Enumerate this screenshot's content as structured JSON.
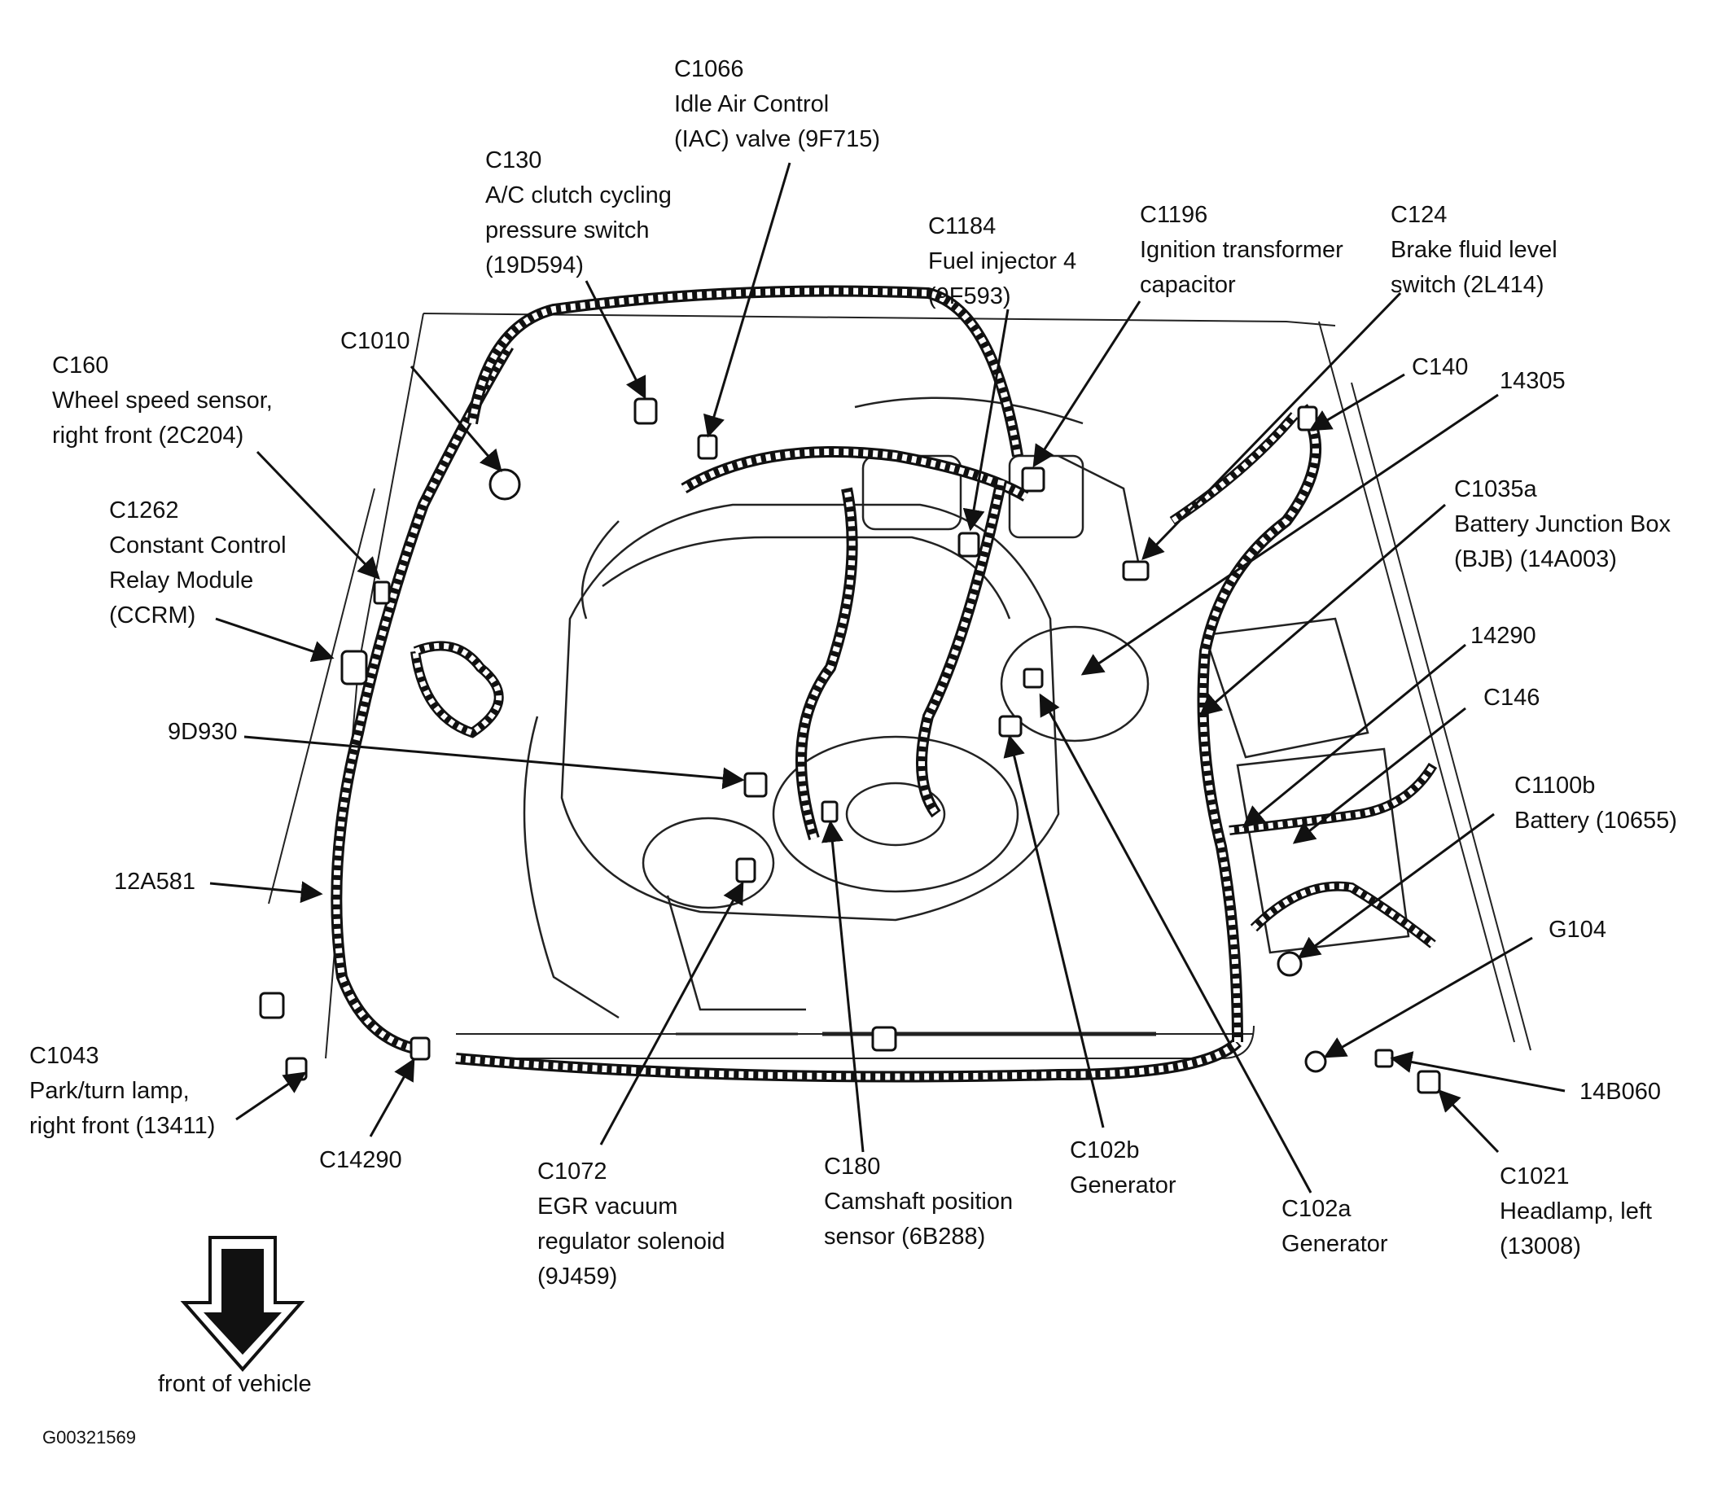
{
  "labels": {
    "c1066": [
      "C1066",
      "Idle Air Control",
      "(IAC) valve (9F715)"
    ],
    "c130": [
      "C130",
      "A/C clutch cycling",
      "pressure switch",
      "(19D594)"
    ],
    "c1184": [
      "C1184",
      "Fuel injector 4",
      "(9F593)"
    ],
    "c1196": [
      "C1196",
      "Ignition transformer",
      "capacitor"
    ],
    "c124": [
      "C124",
      "Brake fluid level",
      "switch (2L414)"
    ],
    "c160": [
      "C160",
      "Wheel speed sensor,",
      "right front  (2C204)"
    ],
    "c1010": [
      "C1010"
    ],
    "c140": [
      "C140"
    ],
    "n14305": [
      "14305"
    ],
    "c1035a": [
      "C1035a",
      "Battery Junction Box",
      "(BJB) (14A003)"
    ],
    "c1262": [
      "C1262",
      "Constant Control",
      "Relay Module",
      "(CCRM)"
    ],
    "n14290": [
      "14290"
    ],
    "c146": [
      "C146"
    ],
    "n9d930": [
      "9D930"
    ],
    "c1100b": [
      "C1100b",
      "Battery (10655)"
    ],
    "n12a581": [
      "12A581"
    ],
    "g104": [
      "G104"
    ],
    "c1043": [
      "C1043",
      "Park/turn lamp,",
      "right front (13411)"
    ],
    "n14b060": [
      "14B060"
    ],
    "c14290": [
      "C14290"
    ],
    "c1072": [
      "C1072",
      "EGR vacuum",
      "regulator solenoid",
      "(9J459)"
    ],
    "c180": [
      "C180",
      "Camshaft position",
      "sensor (6B288)"
    ],
    "c102b": [
      "C102b",
      "Generator"
    ],
    "c102a": [
      "C102a",
      "Generator"
    ],
    "c1021": [
      "C1021",
      "Headlamp, left",
      "(13008)"
    ]
  },
  "front_label": "front of vehicle",
  "figure_id": "G00321569"
}
